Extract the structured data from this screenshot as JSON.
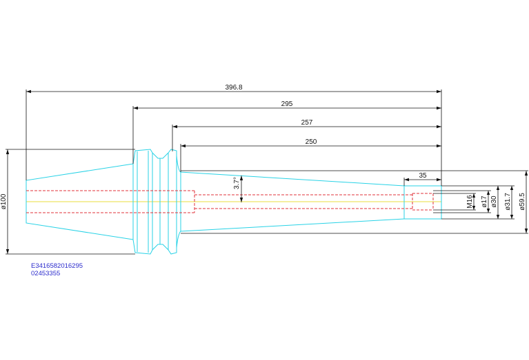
{
  "colors": {
    "outline": "#27d2e6",
    "hidden": "#e0303a",
    "centerline": "#e8de3c",
    "dimension": "#111111",
    "notes": "#2a2acc"
  },
  "dimensions": {
    "overall_length": "396.8",
    "length_295": "295",
    "length_257": "257",
    "length_250": "250",
    "bore_depth": "35",
    "taper_angle": "3.7°",
    "flange_dia": "ø100",
    "thread": "M16",
    "dia_17": "ø17",
    "dia_30": "ø30",
    "dia_31_7": "ø31.7",
    "dia_59_5": "ø59.5"
  },
  "notes": {
    "line1": "E3416582016295",
    "line2": "02453355"
  }
}
